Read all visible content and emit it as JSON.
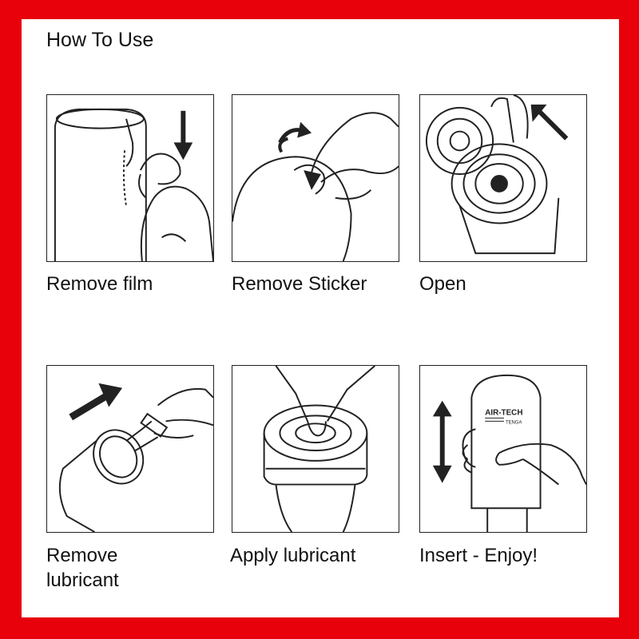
{
  "title": "How To Use",
  "steps": [
    {
      "label": "Remove film"
    },
    {
      "label": "Remove Sticker"
    },
    {
      "label": "Open"
    },
    {
      "label_line1": "Remove",
      "label_line2": "lubricant"
    },
    {
      "label": "Apply lubricant"
    },
    {
      "label": "Insert - Enjoy!"
    }
  ],
  "product_logo": {
    "brand": "AIR-TECH",
    "sub": "TENGA"
  },
  "colors": {
    "border": "#e8000b",
    "line": "#222222"
  }
}
